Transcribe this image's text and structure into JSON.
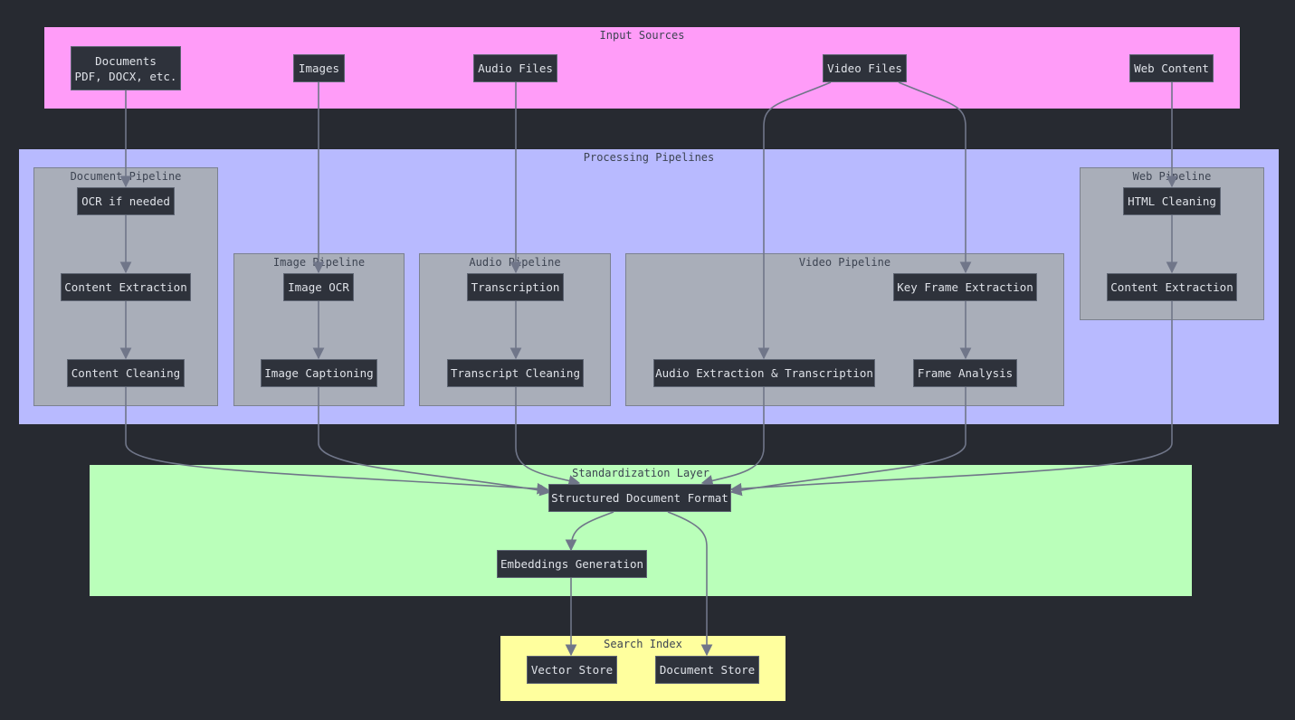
{
  "colors": {
    "background": "#272a31",
    "input_sources": "#ff9cf8",
    "processing_pipelines": "#b8baff",
    "sub_pipeline": "#a9aeb9",
    "standardization_layer": "#baffba",
    "search_index": "#ffff9e",
    "node_fill": "#2e323b",
    "edge": "#707689"
  },
  "clusters": {
    "input_sources": "Input Sources",
    "processing_pipelines": "Processing Pipelines",
    "document_pipeline": "Document Pipeline",
    "image_pipeline": "Image Pipeline",
    "audio_pipeline": "Audio Pipeline",
    "video_pipeline": "Video Pipeline",
    "web_pipeline": "Web Pipeline",
    "standardization_layer": "Standardization Layer",
    "search_index": "Search Index"
  },
  "nodes": {
    "documents": {
      "line1": "Documents",
      "line2": "PDF, DOCX, etc."
    },
    "images": "Images",
    "audio_files": "Audio Files",
    "video_files": "Video Files",
    "web_content": "Web Content",
    "ocr_if_needed": "OCR if needed",
    "doc_content_extraction": "Content Extraction",
    "content_cleaning": "Content Cleaning",
    "image_ocr": "Image OCR",
    "image_captioning": "Image Captioning",
    "transcription": "Transcription",
    "transcript_cleaning": "Transcript Cleaning",
    "key_frame_extraction": "Key Frame Extraction",
    "audio_extraction_transcription": "Audio Extraction & Transcription",
    "frame_analysis": "Frame Analysis",
    "html_cleaning": "HTML Cleaning",
    "web_content_extraction": "Content Extraction",
    "structured_document_format": "Structured Document Format",
    "embeddings_generation": "Embeddings Generation",
    "vector_store": "Vector Store",
    "document_store": "Document Store"
  },
  "edges": [
    [
      "documents",
      "ocr_if_needed"
    ],
    [
      "ocr_if_needed",
      "doc_content_extraction"
    ],
    [
      "doc_content_extraction",
      "content_cleaning"
    ],
    [
      "images",
      "image_ocr"
    ],
    [
      "image_ocr",
      "image_captioning"
    ],
    [
      "audio_files",
      "transcription"
    ],
    [
      "transcription",
      "transcript_cleaning"
    ],
    [
      "video_files",
      "audio_extraction_transcription"
    ],
    [
      "video_files",
      "key_frame_extraction"
    ],
    [
      "key_frame_extraction",
      "frame_analysis"
    ],
    [
      "web_content",
      "html_cleaning"
    ],
    [
      "html_cleaning",
      "web_content_extraction"
    ],
    [
      "content_cleaning",
      "structured_document_format"
    ],
    [
      "image_captioning",
      "structured_document_format"
    ],
    [
      "transcript_cleaning",
      "structured_document_format"
    ],
    [
      "audio_extraction_transcription",
      "structured_document_format"
    ],
    [
      "frame_analysis",
      "structured_document_format"
    ],
    [
      "web_content_extraction",
      "structured_document_format"
    ],
    [
      "structured_document_format",
      "embeddings_generation"
    ],
    [
      "structured_document_format",
      "document_store"
    ],
    [
      "embeddings_generation",
      "vector_store"
    ]
  ]
}
